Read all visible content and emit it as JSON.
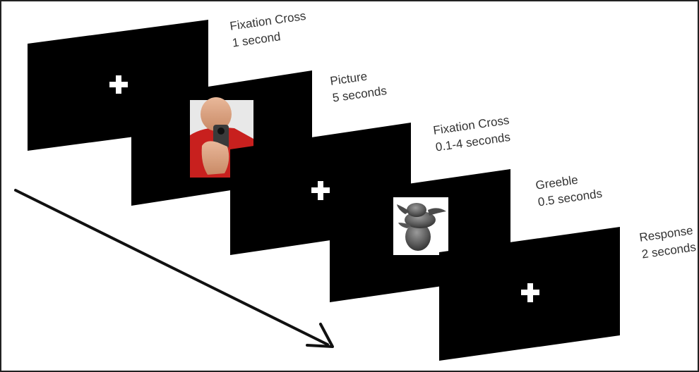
{
  "stages": [
    {
      "title": "Fixation Cross",
      "duration": "1 second",
      "content": "fixation-cross"
    },
    {
      "title": "Picture",
      "duration": "5 seconds",
      "content": "photo-gun"
    },
    {
      "title": "Fixation Cross",
      "duration": "0.1-4 seconds",
      "content": "fixation-cross"
    },
    {
      "title": "Greeble",
      "duration": "0.5 seconds",
      "content": "greeble-image"
    },
    {
      "title": "Response",
      "duration": "2 seconds",
      "content": "fixation-cross"
    }
  ],
  "colors": {
    "screen": "#000000",
    "cross": "#ffffff",
    "arrow": "#111111",
    "label": "#333333"
  },
  "icons": [
    "plus-icon",
    "time-arrow"
  ]
}
